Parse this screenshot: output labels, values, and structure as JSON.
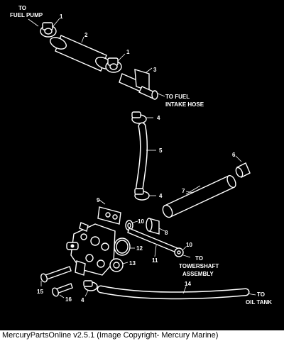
{
  "callouts": {
    "to_fuel_pump": [
      "TO",
      "FUEL PUMP"
    ],
    "to_fuel_intake_hose": [
      "TO FUEL",
      "INTAKE HOSE"
    ],
    "to_towershaft_assembly": [
      "TO",
      "TOWERSHAFT",
      "ASSEMBLY"
    ],
    "to_oil_tank": [
      "TO",
      "OIL TANK"
    ]
  },
  "part_numbers": {
    "p1a": "1",
    "p2": "2",
    "p1b": "1",
    "p3": "3",
    "p4a": "4",
    "p5": "5",
    "p6": "6",
    "p7": "7",
    "p4b": "4",
    "p9": "9",
    "p10a": "10",
    "p8": "8",
    "p10b": "10",
    "p12": "12",
    "p11": "11",
    "p13": "13",
    "p14": "14",
    "p15": "15",
    "p16": "16",
    "p4c": "4"
  },
  "footer": "MercuryPartsOnline v2.5.1 (Image Copyright- Mercury Marine)"
}
